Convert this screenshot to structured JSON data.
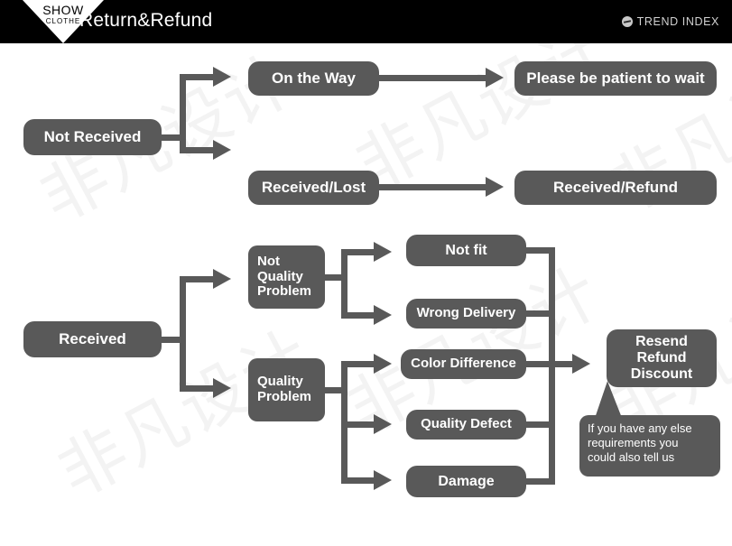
{
  "header": {
    "logo_primary": "SHOW",
    "logo_secondary": "CLOTHE",
    "title": "Return&Refund",
    "brand_label": "TREND INDEX",
    "brand_icon": "globe-icon",
    "background_color": "#000000",
    "text_color": "#ffffff"
  },
  "theme": {
    "node_fill": "#595959",
    "node_text": "#ffffff",
    "page_background": "#ffffff",
    "watermark_text": "非凡设计"
  },
  "flow_top": {
    "root": "Not Received",
    "branches": [
      {
        "stage": "On the Way",
        "outcome": "Please be patient to wait"
      },
      {
        "stage": "Received/Lost",
        "outcome": "Received/Refund"
      }
    ]
  },
  "flow_bottom": {
    "root": "Received",
    "categories": [
      {
        "name": "Not\nQuality\nProblem",
        "reasons": [
          "Not fit",
          "Wrong Delivery"
        ]
      },
      {
        "name": "Quality\nProblem",
        "reasons": [
          "Color Difference",
          "Quality Defect",
          "Damage"
        ]
      }
    ],
    "resolution": "Resend\nRefund\nDiscount",
    "note": "If you have any else\nrequirements you\ncould also tell us"
  }
}
